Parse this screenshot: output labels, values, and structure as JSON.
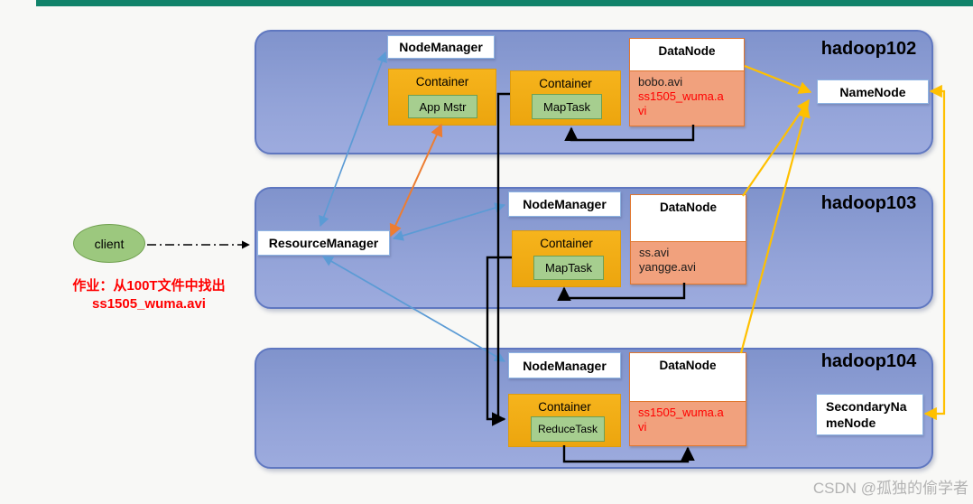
{
  "page": {
    "topbar_color": "#11836a",
    "watermark": "CSDN @孤独的偷学者"
  },
  "client": {
    "label": "client"
  },
  "job_note": {
    "line1": "作业：从100T文件中找出",
    "line2": "ss1505_wuma.avi"
  },
  "resource_manager": {
    "label": "ResourceManager"
  },
  "name_node": {
    "label": "NameNode"
  },
  "secondary_name_node": {
    "label": "SecondaryNameNode"
  },
  "nodes": [
    {
      "title": "hadoop102",
      "node_manager": "NodeManager",
      "containers": [
        {
          "label": "Container",
          "task": "App Mstr"
        },
        {
          "label": "Container",
          "task": "MapTask"
        }
      ],
      "data_node": {
        "title": "DataNode",
        "files": [
          {
            "name": "bobo.avi",
            "color": "#1a1a1a"
          },
          {
            "name": "ss1505_wuma.avi",
            "color": "#ff0000"
          }
        ]
      }
    },
    {
      "title": "hadoop103",
      "node_manager": "NodeManager",
      "containers": [
        {
          "label": "Container",
          "task": "MapTask"
        }
      ],
      "data_node": {
        "title": "DataNode",
        "files": [
          {
            "name": "ss.avi",
            "color": "#1a1a1a"
          },
          {
            "name": "yangge.avi",
            "color": "#1a1a1a"
          }
        ]
      }
    },
    {
      "title": "hadoop104",
      "node_manager": "NodeManager",
      "containers": [
        {
          "label": "Container",
          "task": "ReduceTask"
        }
      ],
      "data_node": {
        "title": "DataNode",
        "files": [
          {
            "name": "ss1505_wuma.avi",
            "color": "#ff0000"
          }
        ]
      }
    }
  ],
  "colors": {
    "arrow_blue": "#5b9bd5",
    "arrow_orange": "#ed7d31",
    "arrow_gold": "#ffc000",
    "arrow_black": "#000000",
    "node_fill": "#8d9fd5",
    "node_border": "#5f77c0",
    "container_gold": "#f0ab14",
    "task_green": "#a6ce8f",
    "datanode_border": "#e0762e",
    "datanode_file_bg": "#f1a17d",
    "highlight_red": "#ff0000"
  }
}
